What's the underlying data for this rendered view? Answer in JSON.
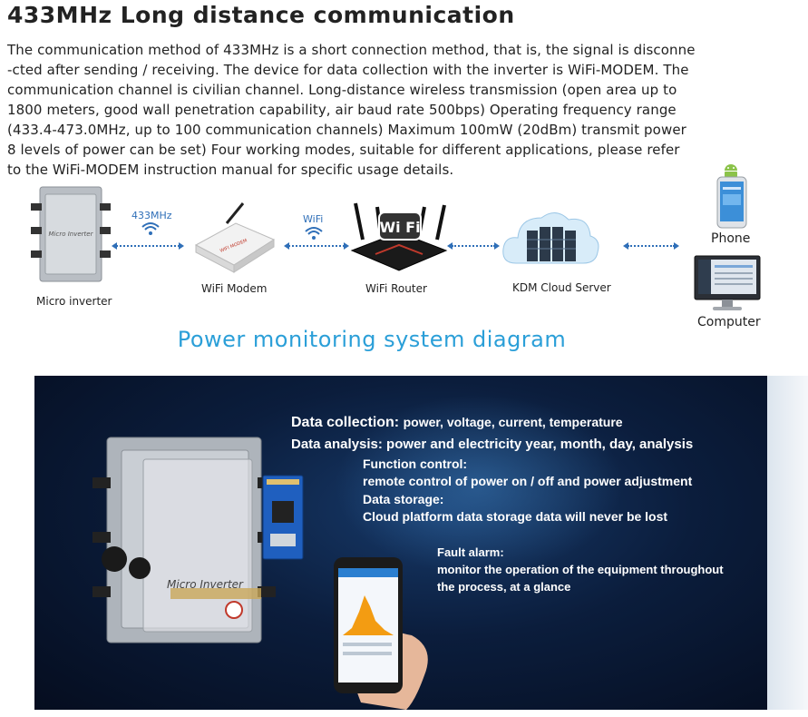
{
  "title": "433MHz Long distance communication",
  "description": {
    "lines": [
      "The communication method of 433MHz is a short connection method, that is, the signal is disconne",
      "-cted after sending / receiving. The device for data collection with the inverter is WiFi-MODEM. The",
      "communication channel is civilian channel. Long-distance wireless transmission (open area up to",
      "1800 meters, good wall penetration capability, air baud rate 500bps) Operating frequency range",
      "(433.4-473.0MHz, up to 100 communication channels) Maximum 100mW (20dBm) transmit power",
      "8 levels of power can be set) Four working modes, suitable for different applications, please refer",
      "to the WiFi-MODEM instruction manual for specific usage details."
    ]
  },
  "diagram": {
    "devices": {
      "micro_inverter": "Micro inverter",
      "wifi_modem": "WiFi Modem",
      "wifi_router": "WiFi Router",
      "cloud_server": "KDM Cloud Server",
      "phone": "Phone",
      "computer": "Computer"
    },
    "links": {
      "inverter_modem": "433MHz",
      "modem_router": "WiFi"
    },
    "inverter_face_text": "Micro Inverter",
    "modem_face_text": "WIFI MODEM",
    "router_face_text": "Wi Fi",
    "title": "Power monitoring system diagram"
  },
  "banner": {
    "collection_label": "Data collection:",
    "collection_value": "power, voltage, current, temperature",
    "analysis": "Data analysis: power and electricity year, month, day, analysis",
    "control_label": "Function control:",
    "control_value": "remote control of power on / off and power adjustment",
    "storage_label": "Data storage:",
    "storage_value": "Cloud platform data storage data will never be lost",
    "fault_label": "Fault alarm:",
    "fault_value_1": "monitor the operation of the equipment throughout",
    "fault_value_2": "the process, at a glance",
    "inverter_face_text": "Micro Inverter"
  },
  "colors": {
    "accent_blue": "#2b9fd8",
    "link_blue": "#2f6fb8",
    "banner_bg": "#0b1d3c",
    "android_green": "#8bc34a"
  }
}
